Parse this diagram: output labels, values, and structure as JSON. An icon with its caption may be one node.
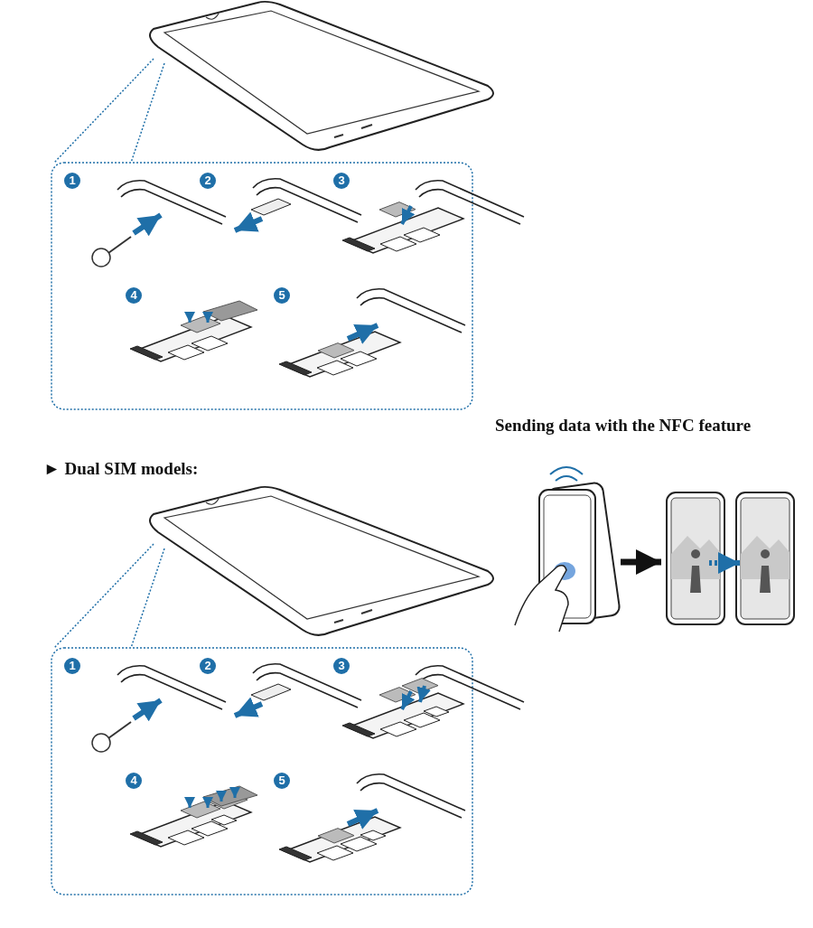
{
  "diagram": {
    "nodes": [
      {
        "text": [],
        "shape": "picture"
      },
      {
        "text": [],
        "shape": "picture"
      }
    ],
    "edges": [
      {
        "from": 0,
        "to": 1,
        "arrow": "to"
      }
    ],
    "labels": [
      "1",
      "2",
      "3",
      "4",
      "5",
      "Sending data with the NFC feature",
      "► Dual SIM models:",
      "1",
      "2",
      "3",
      "4",
      "5"
    ]
  }
}
